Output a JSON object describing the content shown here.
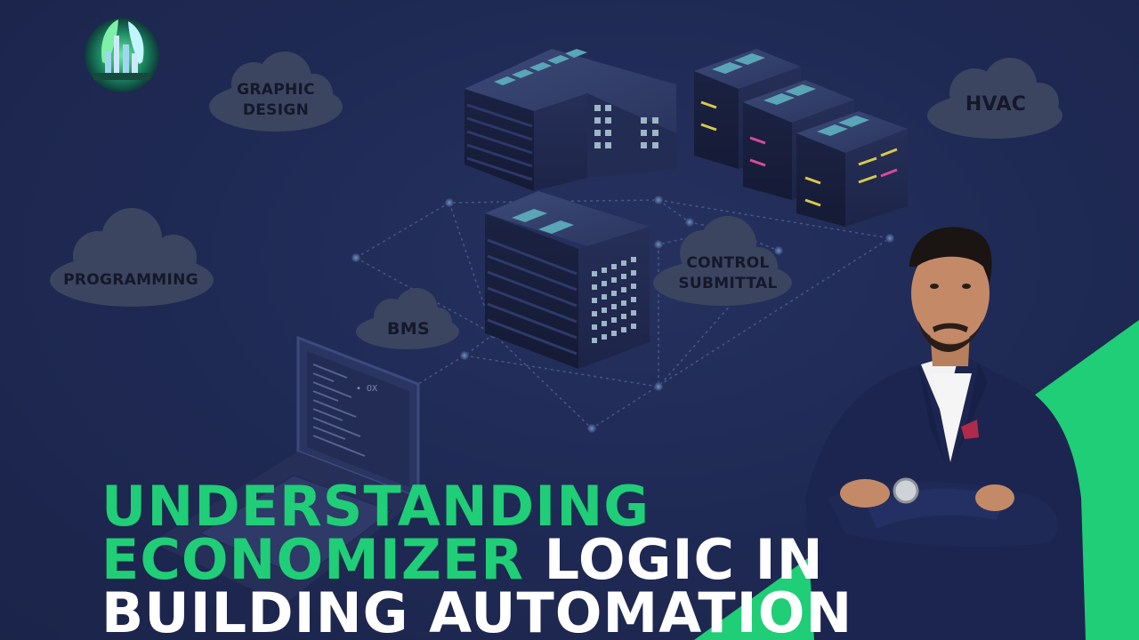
{
  "clouds": {
    "graphic_design_line1": "GRAPHIC",
    "graphic_design_line2": "DESIGN",
    "hvac": "HVAC",
    "programming": "PROGRAMMING",
    "control_submittal_line1": "CONTROL",
    "control_submittal_line2": "SUBMITTAL",
    "bms": "BMS"
  },
  "screen_code_text": "• OX",
  "headline": {
    "line1": "UNDERSTANDING",
    "line2_green": "ECONOMIZER",
    "line2_white": "LOGIC IN",
    "line3": "BUILDING AUTOMATION"
  },
  "colors": {
    "background": "#1e2852",
    "accent_green": "#1fce76",
    "cloud": "#3b4560",
    "headline_white": "#ffffff"
  },
  "icons": {
    "logo": "city-leaf-logo-icon",
    "person": "presenter-photo"
  }
}
